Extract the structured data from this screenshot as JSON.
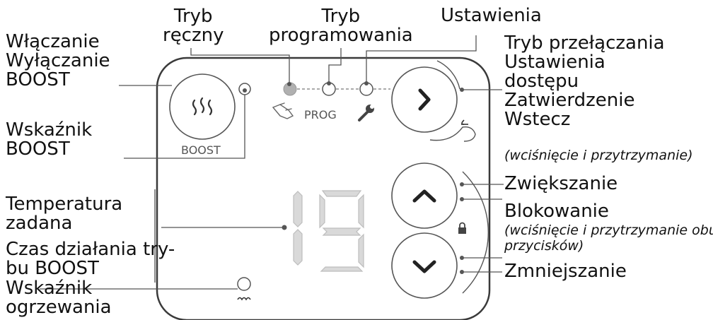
{
  "labels": {
    "manual_mode": "Tryb\nręczny",
    "program_mode": "Tryb\nprogramowania",
    "settings": "Ustawienia",
    "boost_toggle": "Włączanie\nWyłączanie\nBOOST",
    "boost_indicator": "Wskaźnik\nBOOST",
    "right_button_functions": "Tryb przełączania\nUstawienia\ndostępu\nZatwierdzenie\nWstecz",
    "press_hold": "(wciśnięcie i przytrzymanie)",
    "increase": "Zwiększanie",
    "lock": "Blokowanie",
    "lock_note": "(wciśnięcie i przytrzymanie obu\nprzycisków)",
    "decrease": "Zmniejszanie",
    "set_temperature": "Temperatura\nzadana",
    "boost_time": "Czas działania try-\nbu BOOST",
    "heating_indicator": "Wskaźnik\nogrzewania"
  },
  "device": {
    "boost_button_label": "BOOST",
    "prog_label": "PROG",
    "display_value": "19"
  },
  "colors": {
    "outline": "#3a3a3a",
    "led_active": "#b0b0b0",
    "segment": "#d9d9d9",
    "leader": "#555555"
  },
  "icons": [
    "heat-waves-icon",
    "hand-icon",
    "wrench-icon",
    "chevron-right-icon",
    "back-arrow-icon",
    "chevron-up-icon",
    "chevron-down-icon",
    "lock-icon",
    "heating-coil-icon"
  ]
}
